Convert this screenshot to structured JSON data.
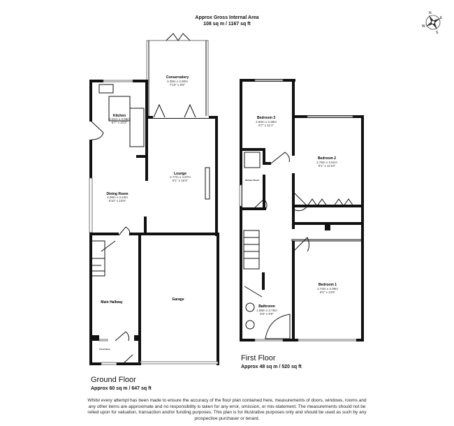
{
  "header": {
    "title": "Approx Gross Internal Area",
    "area": "108 sq m / 1167 sq ft"
  },
  "compass": {
    "icon": "compass-rose-icon",
    "north": "N",
    "east": "E",
    "south": "S",
    "west": "W"
  },
  "ground_floor": {
    "label": "Ground Floor",
    "area": "Approx 60 sq m / 647 sq ft",
    "rooms": {
      "conservatory": {
        "name": "Conservatory",
        "metric": "2.39m x 2.80m",
        "imperial": "7'10\" x 9'5\""
      },
      "kitchen": {
        "name": "Kitchen",
        "metric": "2.01m x 3.08m",
        "imperial": "6'7\" x 10'2\""
      },
      "lounge": {
        "name": "Lounge",
        "metric": "2.77m x 4.97m",
        "imperial": "9'1\" x 16'4\""
      },
      "dining": {
        "name": "Dining Room",
        "metric": "2.09m x 3.24m",
        "imperial": "6'10\" x 10'8\""
      },
      "hallway": {
        "name": "Main Hallway"
      },
      "garage": {
        "name": "Garage"
      },
      "front_door": {
        "name": "Front Door"
      }
    }
  },
  "first_floor": {
    "label": "First Floor",
    "area": "Approx 48 sq m / 520 sq ft",
    "rooms": {
      "bedroom3": {
        "name": "Bedroom 3",
        "metric": "2.60m x 3.38m",
        "imperial": "8'7\" x 11'1\""
      },
      "bedroom2": {
        "name": "Bedroom 2",
        "metric": "2.76m x 3.61m",
        "imperial": "9'1\" x 11'10\""
      },
      "shower": {
        "name": "Shower Room"
      },
      "bedroom1": {
        "name": "Bedroom 1",
        "metric": "2.74m x 4.09m",
        "imperial": "9'0\" x 13'5\""
      },
      "bathroom": {
        "name": "Bathroom",
        "metric": "1.98m x 2.75m",
        "imperial": "6'6\" x 9'0\""
      }
    }
  },
  "disclaimer": "Whilst every attempt has been made to ensure the accuracy of the floor plan contained here, measurements of doors, windows, rooms and any other items are approximate and no responsibility is taken for any error, omission, or mis-statement. The measurements should not be relied upon for valuation, transaction and/or funding purposes. This plan is for illustrative purposes only and should be used as such by any prospective purchaser or tenant."
}
